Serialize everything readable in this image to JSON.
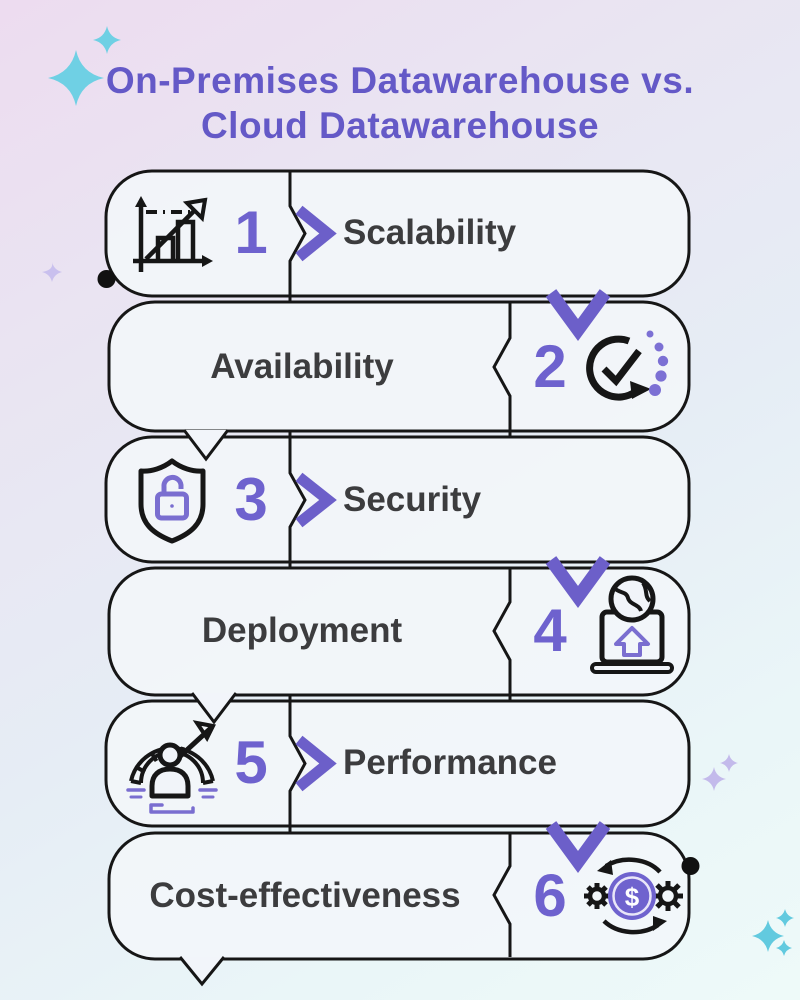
{
  "header": {
    "title_line1": "On-Premises Datawarehouse vs.",
    "title_line2": "Cloud Datawarehouse"
  },
  "rows": [
    {
      "number": "1",
      "label": "Scalability",
      "icon": "growth-chart-icon",
      "side": "left"
    },
    {
      "number": "2",
      "label": "Availability",
      "icon": "availability-refresh-check-icon",
      "side": "right"
    },
    {
      "number": "3",
      "label": "Security",
      "icon": "shield-lock-icon",
      "side": "left"
    },
    {
      "number": "4",
      "label": "Deployment",
      "icon": "laptop-globe-upload-icon",
      "side": "right"
    },
    {
      "number": "5",
      "label": "Performance",
      "icon": "gauge-person-icon",
      "side": "left"
    },
    {
      "number": "6",
      "label": "Cost-effectiveness",
      "icon": "money-gears-cycle-icon",
      "side": "right",
      "icon_glyph": "$"
    }
  ],
  "colors": {
    "title_purple": "#6459C7",
    "number_purple": "#6E62CE",
    "connector_purple": "#6C5FC9",
    "icon_accent_purple": "#7A6ED0",
    "label_dark": "#3C3C3E",
    "outline_black": "#161616",
    "box_fill": "#F2F5FA",
    "sparkle_cyan": "#6FD0E4",
    "sparkle_lavender": "#C5BCEB"
  },
  "decorations": {
    "sparkles": [
      "top-left-cyan",
      "mid-left-lavender",
      "right-lavender-pair",
      "bottom-right-cyan-cluster"
    ],
    "endpoints": [
      "start-dot-top-left",
      "end-dot-right-row6"
    ]
  }
}
